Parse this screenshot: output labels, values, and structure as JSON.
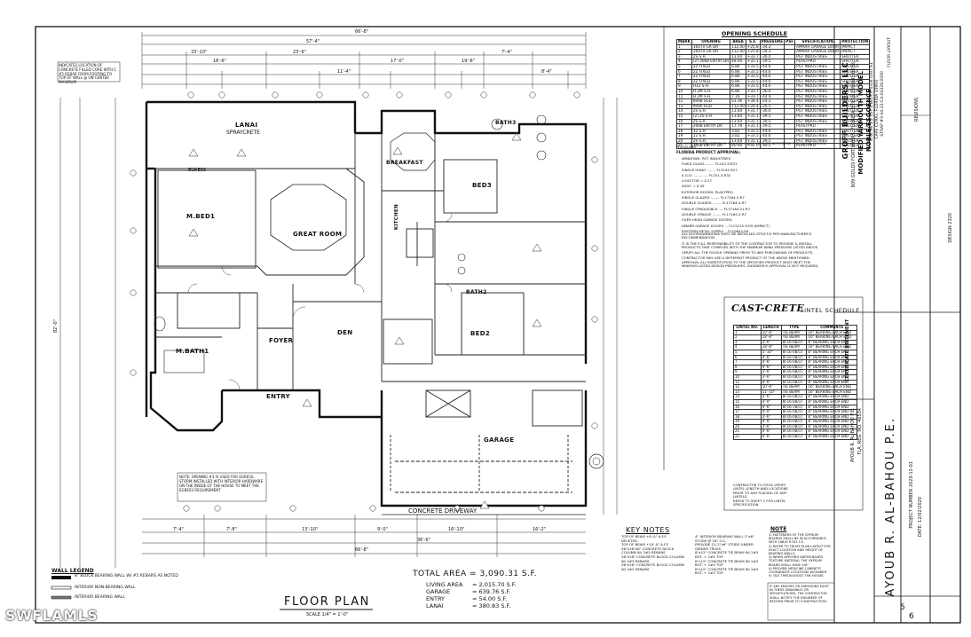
{
  "watermark": "SWFLAMLS",
  "plan": {
    "title": "FLOOR PLAN",
    "scale": "SCALE 1/4\" = 1'-0\"",
    "overall_width": "66'-8\"",
    "overall_depth": "82'-0\"",
    "dims_top": [
      "57'-4\"",
      "33'-10\"",
      "23'-6\"",
      "17'-0\"",
      "19'-6\"",
      "7'-4\"",
      "16'-6\"",
      "11'-4\"",
      "8'-4\""
    ],
    "dims_bottom": [
      "7'-4\"",
      "7'-8\"",
      "13'-10\"",
      "9'-0\"",
      "16'-10\"",
      "16'-2\"",
      "36'-6\"",
      "66'-8\""
    ]
  },
  "rooms": {
    "lanai": "LANAI",
    "lanai_note": "SPRAYCRETE",
    "master_bed": "M.BED1",
    "great_room": "GREAT ROOM",
    "breakfast": "BREAKFAST",
    "kitchen": "KITCHEN",
    "bath3": "BATH3",
    "bed3": "BED3",
    "bath2": "BATH2",
    "bed2": "BED2",
    "den": "DEN",
    "foyer": "FOYER",
    "entry": "ENTRY",
    "master_bath": "M.BATH1",
    "garage": "GARAGE",
    "driveway": "CONCRETE DRIVEWAY",
    "egress": "EGRESS"
  },
  "top_note": "INDICATES LOCATION OF CONCRETE FILLED CORE WITH 1 #5 REBAR FROM FOOTING TO TOP OF WALL @ ON CENTER MAXIMUM",
  "opening_note": "NOTE: OPENING #3 IS USED FOR EGRESS; STORM INSTALLED WITH INTERIOR HARDWARE ON THE INSIDE OF THE HOUSE TO MEET THE EGRESS REQUIREMENT",
  "wall_legend": {
    "title": "WALL LEGEND",
    "items": [
      "8\" BLOCK BEARING WALL W/ #5 REBARS AS NOTED",
      "INTERIOR NON-BEARING WALL",
      "INTERIOR BEARING WALL"
    ]
  },
  "area": {
    "title": "TOTAL AREA",
    "total": "3,090.31 S.F.",
    "rows": [
      {
        "label": "LIVING AREA",
        "value": "2,015.70 S.F."
      },
      {
        "label": "GARAGE",
        "value": "639.76 S.F."
      },
      {
        "label": "ENTRY",
        "value": "54.00 S.F."
      },
      {
        "label": "LANAI",
        "value": "380.83 S.F."
      }
    ]
  },
  "key_notes": {
    "title": "KEY NOTES",
    "items": [
      "TOP OF BEAM +8'-0\" A.F.F.",
      "DELETED",
      "TOP OF BEAM +10'-0\" A.F.F.",
      "36\"x16\"x8\" CONCRETE BLOCK COLUMN W/ 3#5 REBARS",
      "36\"x16\" CONCRETE BLOCK COLUMN W/ 4#5 REBARS",
      "36\"x16\" CONCRETE BLOCK COLUMN W/ 4#5 REBARS",
      "4\" INTERIOR BEARING WALL 2\"x6\" STUDS @ 16\" O.C.",
      "PROVIDE (2) 2\"x6\" STUDS UNDER GIRDER TRUSS",
      "8\"x12\" CONCRETE TIE BEAM W/ 2#5 BOT. + 2#5 TOP",
      "8\"x12\" CONCRETE TIE BEAM W/ 2#5 BOT. + 2#5 TOP",
      "8\"x12\" CONCRETE TIE BEAM W/ 2#5 BOT. + 2#5 TOP"
    ]
  },
  "notes": {
    "title": "NOTE",
    "items": [
      "1) FASTENERS OF THE GYPSUM BOARDS SHALL BE IN ACCORDANCE WITH TABLE R702.3.5",
      "2) REFER TO TRUSS PLAN LAYOUT FOR EXACT LOCATION AND HEIGHT OF BEARING WALLS.",
      "3) WHEN APPLYING WATER-BASED TEXTURE MATERIAL THE GYPSUM BOARD SHALL HAVE 5/8\"",
      "4) PROVIDE MEDICINE CABINETS COORDINATE LOCATIONS W/OWNER",
      "5) TILE THROUGHOUT THE HOUSE"
    ],
    "disclaimer": "IF ANY ERRORS OR OMISSIONS EXIST IN THESE DRAWINGS OR SPECIFICATIONS, THE CONTRACTOR SHALL NOTIFY THE ENGINEER OF RECORD PRIOR TO CONSTRUCTION."
  },
  "opening_schedule": {
    "title": "OPENING SCHEDULE",
    "headers": [
      "MARK",
      "OPENING",
      "AREA",
      "S.F.",
      "PRESSURE",
      "PSF",
      "SPECIFICATION",
      "PROTECTION"
    ],
    "rows": [
      [
        "1",
        "16070 GR DR",
        "112.00",
        "+25.8",
        "-34.3",
        "",
        "AMARR GARAGE DOOR",
        "IMPACT"
      ],
      [
        "2",
        "16070 GR DR",
        "112.00",
        "+25.8",
        "-34.3",
        "",
        "AMARR GARAGE DOOR",
        "IMPACT"
      ],
      [
        "3",
        "2S S.H.",
        "13.64",
        "+33.7",
        "-36.0",
        "",
        "PGT INDUSTRIES",
        "SHUTTER"
      ],
      [
        "4",
        "(2) 3068 ENTRY DR",
        "48.00",
        "+31.1",
        "-39.5",
        "",
        "PLASTPRO",
        "SHUTTER"
      ],
      [
        "5",
        "2Z FIXED",
        "6.86",
        "+33.5",
        "-44.6",
        "",
        "PGT INDUSTRIES",
        "SHUTTER"
      ],
      [
        "6",
        "2Z FIXED",
        "6.86",
        "+33.5",
        "-44.6",
        "",
        "PGT INDUSTRIES",
        "SHUTTER"
      ],
      [
        "7",
        "2Z FIXED",
        "6.86",
        "+33.5",
        "-44.6",
        "",
        "PGT INDUSTRIES",
        "SHUTTER"
      ],
      [
        "8",
        "2Z FIXED",
        "6.86",
        "+33.5",
        "-44.6",
        "",
        "PGT INDUSTRIES",
        "SHUTTER"
      ],
      [
        "9",
        "H32 S.H.",
        "6.86",
        "+33.5",
        "-44.6",
        "",
        "PGT INDUSTRIES",
        "SHUTTER"
      ],
      [
        "10",
        "H 2M S.H.",
        "6.86",
        "+33.7",
        "-36.6",
        "",
        "PGT INDUSTRIES",
        "SHUTTER"
      ],
      [
        "11",
        "H 2M S.H.",
        "7.16",
        "+33.7",
        "-44.9",
        "",
        "PGT INDUSTRIES",
        "SHUTTER"
      ],
      [
        "12",
        "8068 SGD",
        "53.36",
        "+34.4",
        "-24.3",
        "",
        "PGT INDUSTRIES",
        "SHUTTER"
      ],
      [
        "13",
        "9080 SGD",
        "112.00",
        "+24.4",
        "-26.5",
        "",
        "PGT INDUSTRIES",
        "SHUTTER"
      ],
      [
        "14",
        "2S S.H.",
        "13.64",
        "+31.7",
        "-36.0",
        "",
        "PGT INDUSTRIES",
        "SHUTTER"
      ],
      [
        "15",
        "(2) 2S S.H.",
        "13.64",
        "+31.1",
        "-39.5",
        "",
        "PGT INDUSTRIES",
        "SHUTTER"
      ],
      [
        "16",
        "2S S.H.",
        "13.64",
        "+31.1",
        "-39.5",
        "",
        "PGT INDUSTRIES",
        "SHUTTER"
      ],
      [
        "17",
        "2668 ENTRY DR",
        "17.78",
        "+31.1",
        "-39.5",
        "",
        "PLASTPRO",
        "SHUTTER"
      ],
      [
        "18",
        "12 S.H.",
        "3.82",
        "+33.5",
        "-44.6",
        "",
        "PGT INDUSTRIES",
        "SHUTTER"
      ],
      [
        "19",
        "12 S.H.",
        "3.82",
        "+33.5",
        "-44.6",
        "",
        "PGT INDUSTRIES",
        "SHUTTER"
      ],
      [
        "20",
        "2S S.H.",
        "13.64",
        "+31.1",
        "-39.5",
        "",
        "PGT INDUSTRIES",
        "SHUTTER"
      ],
      [
        "21",
        "3068 ENTRY DR",
        "20.00",
        "+31.0",
        "-39.5",
        "",
        "PLASTPRO",
        "SHUTTER"
      ]
    ],
    "wind_note": "THE NORMAL WIND SPEED OF 164 M.P.H. WAS USED TO DETERMINE THE ABOVE DESIGN PRESSURES",
    "approval_title": "FLORIDA PRODUCT APPROVAL:",
    "approvals": [
      "WINDOWS: PGT INDUSTRIES",
      "FIXED GLASS ........ FL243.3-R23",
      "SINGLE HUNG ........ FL3191-R27",
      "S.G.D. ............. FL251.3-R32",
      "U-FACTOR = 0.57",
      "SHGC = 0.39",
      "EXTERIOR DOORS: PLASTPRO",
      "SINGLE GLAZED ........ FL17164.3-R7",
      "DOUBLE GLAZED ........ FL17164.4-R7",
      "SINGLE OPAQUE/6LR .... FL17164.21-R7",
      "DOUBLE OPAQUE ........ FL17164.2-R7",
      "OVER HEAD GARAGE DOORS:",
      "AMARR GARAGE DOORS ... FL15215.9-R5 (IMPACT)",
      "EASTERN METAL SUPPLY .. FL10643-R4"
    ],
    "contractor_notes": [
      "ALL DOORS/WINDOWS MUST BE INSTALLED STRICTLY PER MANUFACTURER'S RECOMMENDATION.",
      "IT IS THE FULL RESPONSIBILITY OF THE CONTRACTOR TO PROVIDE & INSTALL PRODUCTS THAT COMPLIES WITH THE MINIMUM WIND PRESSURE LISTED ABOVE.",
      "VERIFY ALL THE ROUGH OPENING PRIOR TO ANY PURCHASING OF PRODUCTS.",
      "CONTRACTOR MAY USE A DIFFERENT PRODUCT OF THE ABOVE MENTIONED APPROVAL ALL SUBSTITUTION TO THE SPECIFIED PRODUCT MUST MEET THE MINIMUM LISTED DESIGN PRESSURES. ENGINEER'S APPROVAL IS NOT REQUIRED."
    ]
  },
  "lintel_schedule": {
    "brand": "CAST-CRETE",
    "title": "LINTEL SCHEDULE",
    "headers": [
      "LINTEL NO.",
      "LENGTH",
      "TYPE",
      "COMMENTS"
    ],
    "rows": [
      [
        "1",
        "10'-8\"",
        "TIE BEAM",
        "16\" BEARING EACH END"
      ],
      [
        "2",
        "18'-8\"",
        "TIE BEAM",
        "16\" BEARING EACH END"
      ],
      [
        "3",
        "3'-6\"",
        "8F16-0B/1T",
        "8\" BEARING EACH END"
      ],
      [
        "4",
        "18'-8\"",
        "TIE BEAM",
        "16\" BEARING EACH END"
      ],
      [
        "5",
        "5'-10\"",
        "8F16-0B/1T",
        "8\" BEARING EACH END"
      ],
      [
        "6",
        "4'-6\"",
        "8F16-0B/1T",
        "8\" BEARING EACH END"
      ],
      [
        "7",
        "4'-6\"",
        "8F16-0B/1T",
        "8\" BEARING EACH END"
      ],
      [
        "8",
        "4'-6\"",
        "8F16-0B/1T",
        "8\" BEARING EACH END"
      ],
      [
        "9",
        "3'-6\"",
        "8F16-0B/1T",
        "8\" BEARING EACH END"
      ],
      [
        "10",
        "3'-6\"",
        "8F16-0B/1T",
        "8\" BEARING EACH END"
      ],
      [
        "11",
        "4'-6\"",
        "8F16-0B/1T",
        "8\" BEARING EACH END"
      ],
      [
        "12",
        "10'-8\"",
        "TIE BEAM",
        "16\" BEARING EACH END"
      ],
      [
        "13",
        "11'-10\"",
        "TIE BEAM",
        "16\" BEARING EACH END"
      ],
      [
        "14",
        "3'-6\"",
        "8F16-0B/1T",
        "8\" BEARING EACH END"
      ],
      [
        "15",
        "4'-0\"",
        "8F16-0B/1T",
        "8\" BEARING EACH END"
      ],
      [
        "16",
        "4'-6\"",
        "8F16-1B/1T",
        "8\" BEARING EACH END"
      ],
      [
        "17",
        "4'-0\"",
        "8F16-0B/1T",
        "8\" BEARING EACH END"
      ],
      [
        "18",
        "3'-6\"",
        "8F16-0B/1T",
        "8\" BEARING EACH END"
      ],
      [
        "19",
        "4'-6\"",
        "8F16-0B/1T",
        "8\" BEARING EACH END"
      ],
      [
        "20",
        "3'-6\"",
        "8F16-0B/1T",
        "8\" BEARING EACH END"
      ],
      [
        "21",
        "4'-6\"",
        "8F16-0B/1T",
        "8\" BEARING EACH END"
      ],
      [
        "22",
        "4'-6\"",
        "8F16-0B/1T",
        "8\" BEARING EACH END"
      ]
    ],
    "note1": "CONTRACTOR TO FIELD VERIFY LINTEL LENGTH AND LOCATIONS PRIOR TO ANY PLACING OF ANY LINTELS.",
    "note2": "REFER TO SHEET 2 FOR LINTEL SPECIFICATION"
  },
  "title_block": {
    "company": "GROFF BUILDERS, LLC",
    "company_addr": "809 GOLDS FORT MYERS, FLORIDA 33916 239-841-0036",
    "project": "MODIFIED YARMOUTH MODEL",
    "owner": "NOBLE/ESGOENCE",
    "lot": "N.W. 36 1/2 LOT 4 BLOCK 4328 UNIT 61",
    "city": "CAPE CORAL, FLORIDA 33993",
    "strap": "STRAP #3-44-23-C4-04328.0090",
    "engineer": "AYOUB R. AL-BAHOU P.E.",
    "engineer_short": "AYOUB R. AL-BAHOU P.E.",
    "license": "FLA. REG. NO. 46534",
    "project_number": "PROJECT NUMBER 2020-12-01",
    "date": "DATE: 12/02/2020",
    "sheet": "5",
    "of": "6",
    "revisions": "REVISIONS",
    "certificate": "CERTIFICATE STATEMENT",
    "design_label": "DESIGN 2320",
    "sheet_label": "FLOOR LAYOUT"
  }
}
